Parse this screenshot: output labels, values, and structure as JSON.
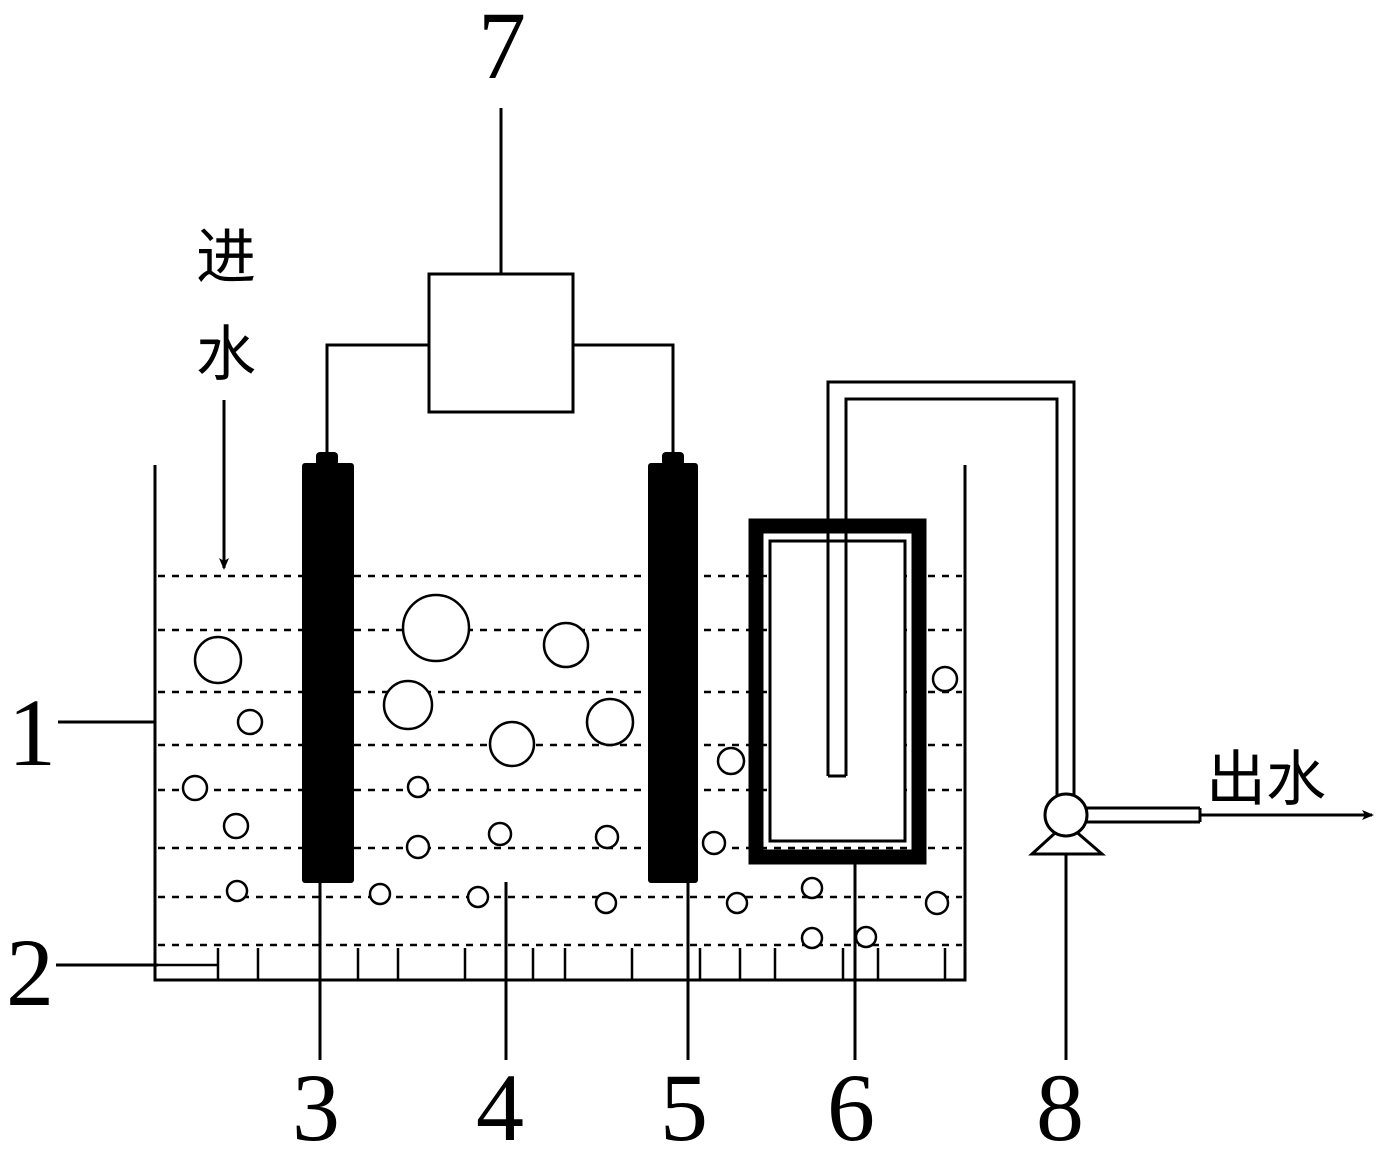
{
  "labels": {
    "tank": "1",
    "aerator": "2",
    "anode": "3",
    "sludge_zone": "4",
    "cathode": "5",
    "membrane_module": "6",
    "power_supply": "7",
    "pump": "8"
  },
  "inlet_label": [
    "进",
    "水"
  ],
  "outlet_label": "出水",
  "colors": {
    "line": "#000000",
    "electrode": "#000000",
    "background": "#ffffff"
  }
}
